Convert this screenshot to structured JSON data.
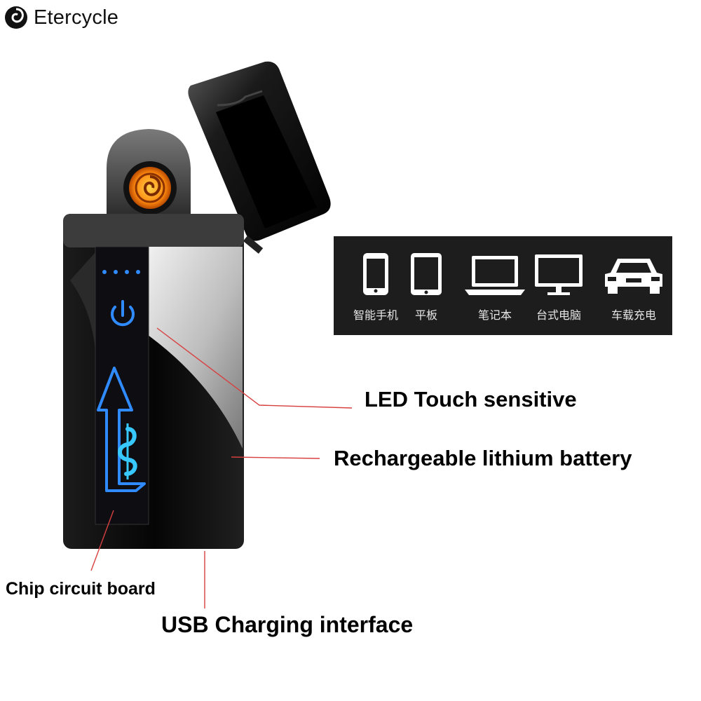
{
  "brand": {
    "name": "Etercycle",
    "logo_icon": "swirl-logo-icon"
  },
  "callouts": {
    "led": "LED Touch sensitive",
    "battery": "Rechargeable lithium battery",
    "chip": "Chip circuit board",
    "usb": "USB Charging interface"
  },
  "devices": [
    {
      "icon": "smartphone-icon",
      "label": "智能手机"
    },
    {
      "icon": "tablet-icon",
      "label": "平板"
    },
    {
      "icon": "laptop-icon",
      "label": "笔记本"
    },
    {
      "icon": "desktop-monitor-icon",
      "label": "台式电脑"
    },
    {
      "icon": "car-icon",
      "label": "车载充电"
    }
  ],
  "colors": {
    "led_blue": "#2f8bff",
    "coil_orange": "#ff9a1a",
    "body_black": "#0a0a0a"
  }
}
